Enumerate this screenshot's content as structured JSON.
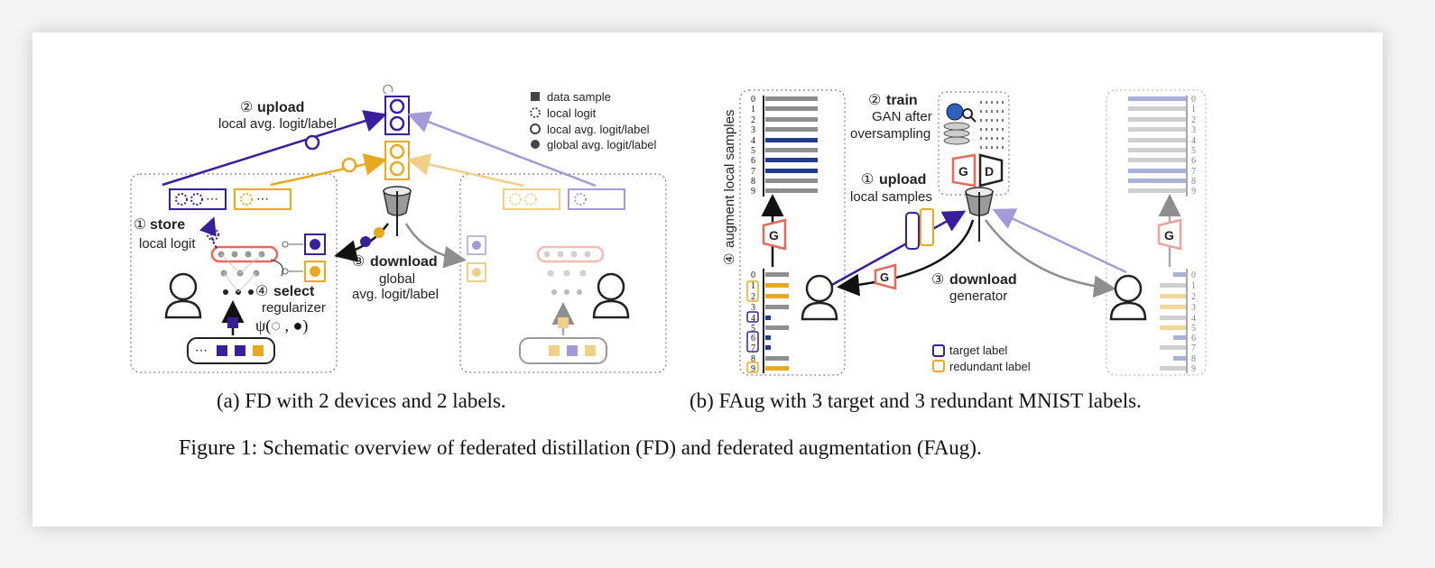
{
  "panel_a": {
    "upload_step": "②",
    "upload_title": "upload",
    "upload_sub": "local avg. logit/label",
    "store_step": "①",
    "store_title": "store",
    "store_sub": "local logit",
    "download_step": "③",
    "download_title": "download",
    "download_sub1": "global",
    "download_sub2": "avg. logit/label",
    "select_step": "④",
    "select_title": "select",
    "select_sub": "regularizer",
    "psi_formula": "ψ(◌ , ●)",
    "legend": [
      "data sample",
      "local logit",
      "local avg. logit/label",
      "global avg. logit/label"
    ],
    "caption": "(a)  FD with 2 devices and 2 labels."
  },
  "panel_b": {
    "augment_label": "augment local samples",
    "augment_step": "④",
    "train_step": "②",
    "train_title": "train",
    "train_sub1": "GAN after",
    "train_sub2": "oversampling",
    "upload_step": "①",
    "upload_title": "upload",
    "upload_sub": "local samples",
    "download_step": "③",
    "download_title": "download",
    "download_sub": "generator",
    "gen_letter": "G",
    "disc_letter": "D",
    "legend_target": "target label",
    "legend_redundant": "redundant label",
    "digits": [
      "0",
      "1",
      "2",
      "3",
      "4",
      "5",
      "6",
      "7",
      "8",
      "9"
    ],
    "caption": "(b)  FAug with 3 target and 3 redundant MNIST labels."
  },
  "figure_caption": {
    "label": "Figure 1:",
    "text": "Schematic overview of federated distillation (FD) and federated augmentation (FAug)."
  },
  "colors": {
    "purple": "#3a1f9a",
    "gold": "#e8a920",
    "red": "#e8685c",
    "gray": "#8e8e8e",
    "navy": "#223b8c",
    "light_purple": "#a59ad8"
  }
}
